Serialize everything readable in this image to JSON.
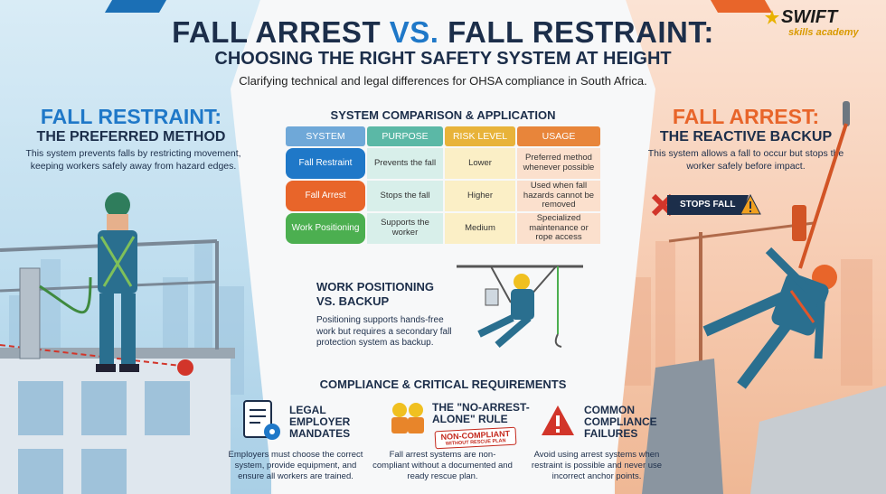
{
  "header": {
    "title_part1": "FALL ARREST",
    "title_vs": "VS.",
    "title_part2": "FALL RESTRAINT:",
    "title_line2": "CHOOSING THE RIGHT SAFETY SYSTEM AT HEIGHT",
    "subtitle": "Clarifying technical and legal differences for OHSA compliance in South Africa."
  },
  "logo": {
    "brand": "SWIFT",
    "tagline": "skills academy"
  },
  "left_panel": {
    "heading": "FALL RESTRAINT:",
    "subheading": "THE PREFERRED METHOD",
    "body": "This system prevents falls by restricting movement, keeping workers safely away from hazard edges."
  },
  "right_panel": {
    "heading": "FALL ARREST:",
    "subheading": "THE REACTIVE BACKUP",
    "body": "This system allows a fall to occur but stops the worker safely before impact.",
    "stops_label": "STOPS FALL"
  },
  "comparison": {
    "title": "SYSTEM COMPARISON & APPLICATION",
    "headers": [
      "SYSTEM",
      "PURPOSE",
      "RISK LEVEL",
      "USAGE"
    ],
    "rows": [
      {
        "system": "Fall Restraint",
        "purpose": "Prevents the fall",
        "risk": "Lower",
        "usage": "Preferred method whenever possible"
      },
      {
        "system": "Fall Arrest",
        "purpose": "Stops the fall",
        "risk": "Higher",
        "usage": "Used when fall hazards cannot be removed"
      },
      {
        "system": "Work Positioning",
        "purpose": "Supports the worker",
        "risk": "Medium",
        "usage": "Specialized maintenance or rope access"
      }
    ]
  },
  "work_positioning": {
    "title_line1": "WORK POSITIONING",
    "title_line2": "VS. BACKUP",
    "body": "Positioning supports hands-free work but requires a secondary fall protection system as backup."
  },
  "compliance": {
    "title": "COMPLIANCE & CRITICAL REQUIREMENTS",
    "cards": [
      {
        "title_l1": "LEGAL",
        "title_l2": "EMPLOYER",
        "title_l3": "MANDATES",
        "body": "Employers must choose the correct system, provide equipment, and ensure all workers are trained."
      },
      {
        "title_l1": "THE \"NO-ARREST-",
        "title_l2": "ALONE\" RULE",
        "stamp_l1": "NON-COMPLIANT",
        "stamp_l2": "WITHOUT RESCUE PLAN",
        "body": "Fall arrest systems are non-compliant without a documented and ready rescue plan."
      },
      {
        "title_l1": "COMMON",
        "title_l2": "COMPLIANCE",
        "title_l3": "FAILURES",
        "body": "Avoid using arrest systems when restraint is possible and never use incorrect anchor points."
      }
    ]
  },
  "colors": {
    "navy": "#1c2e4a",
    "blue": "#1f78c8",
    "orange": "#e8652a",
    "red": "#c4281c",
    "header_system": "#6fa8d8",
    "header_purpose": "#5bb8a6",
    "header_risk": "#e8b33a",
    "header_usage": "#e8853a",
    "restraint_label": "#1f78c8",
    "arrest_label": "#e8652a",
    "positioning_label": "#4caf50"
  }
}
